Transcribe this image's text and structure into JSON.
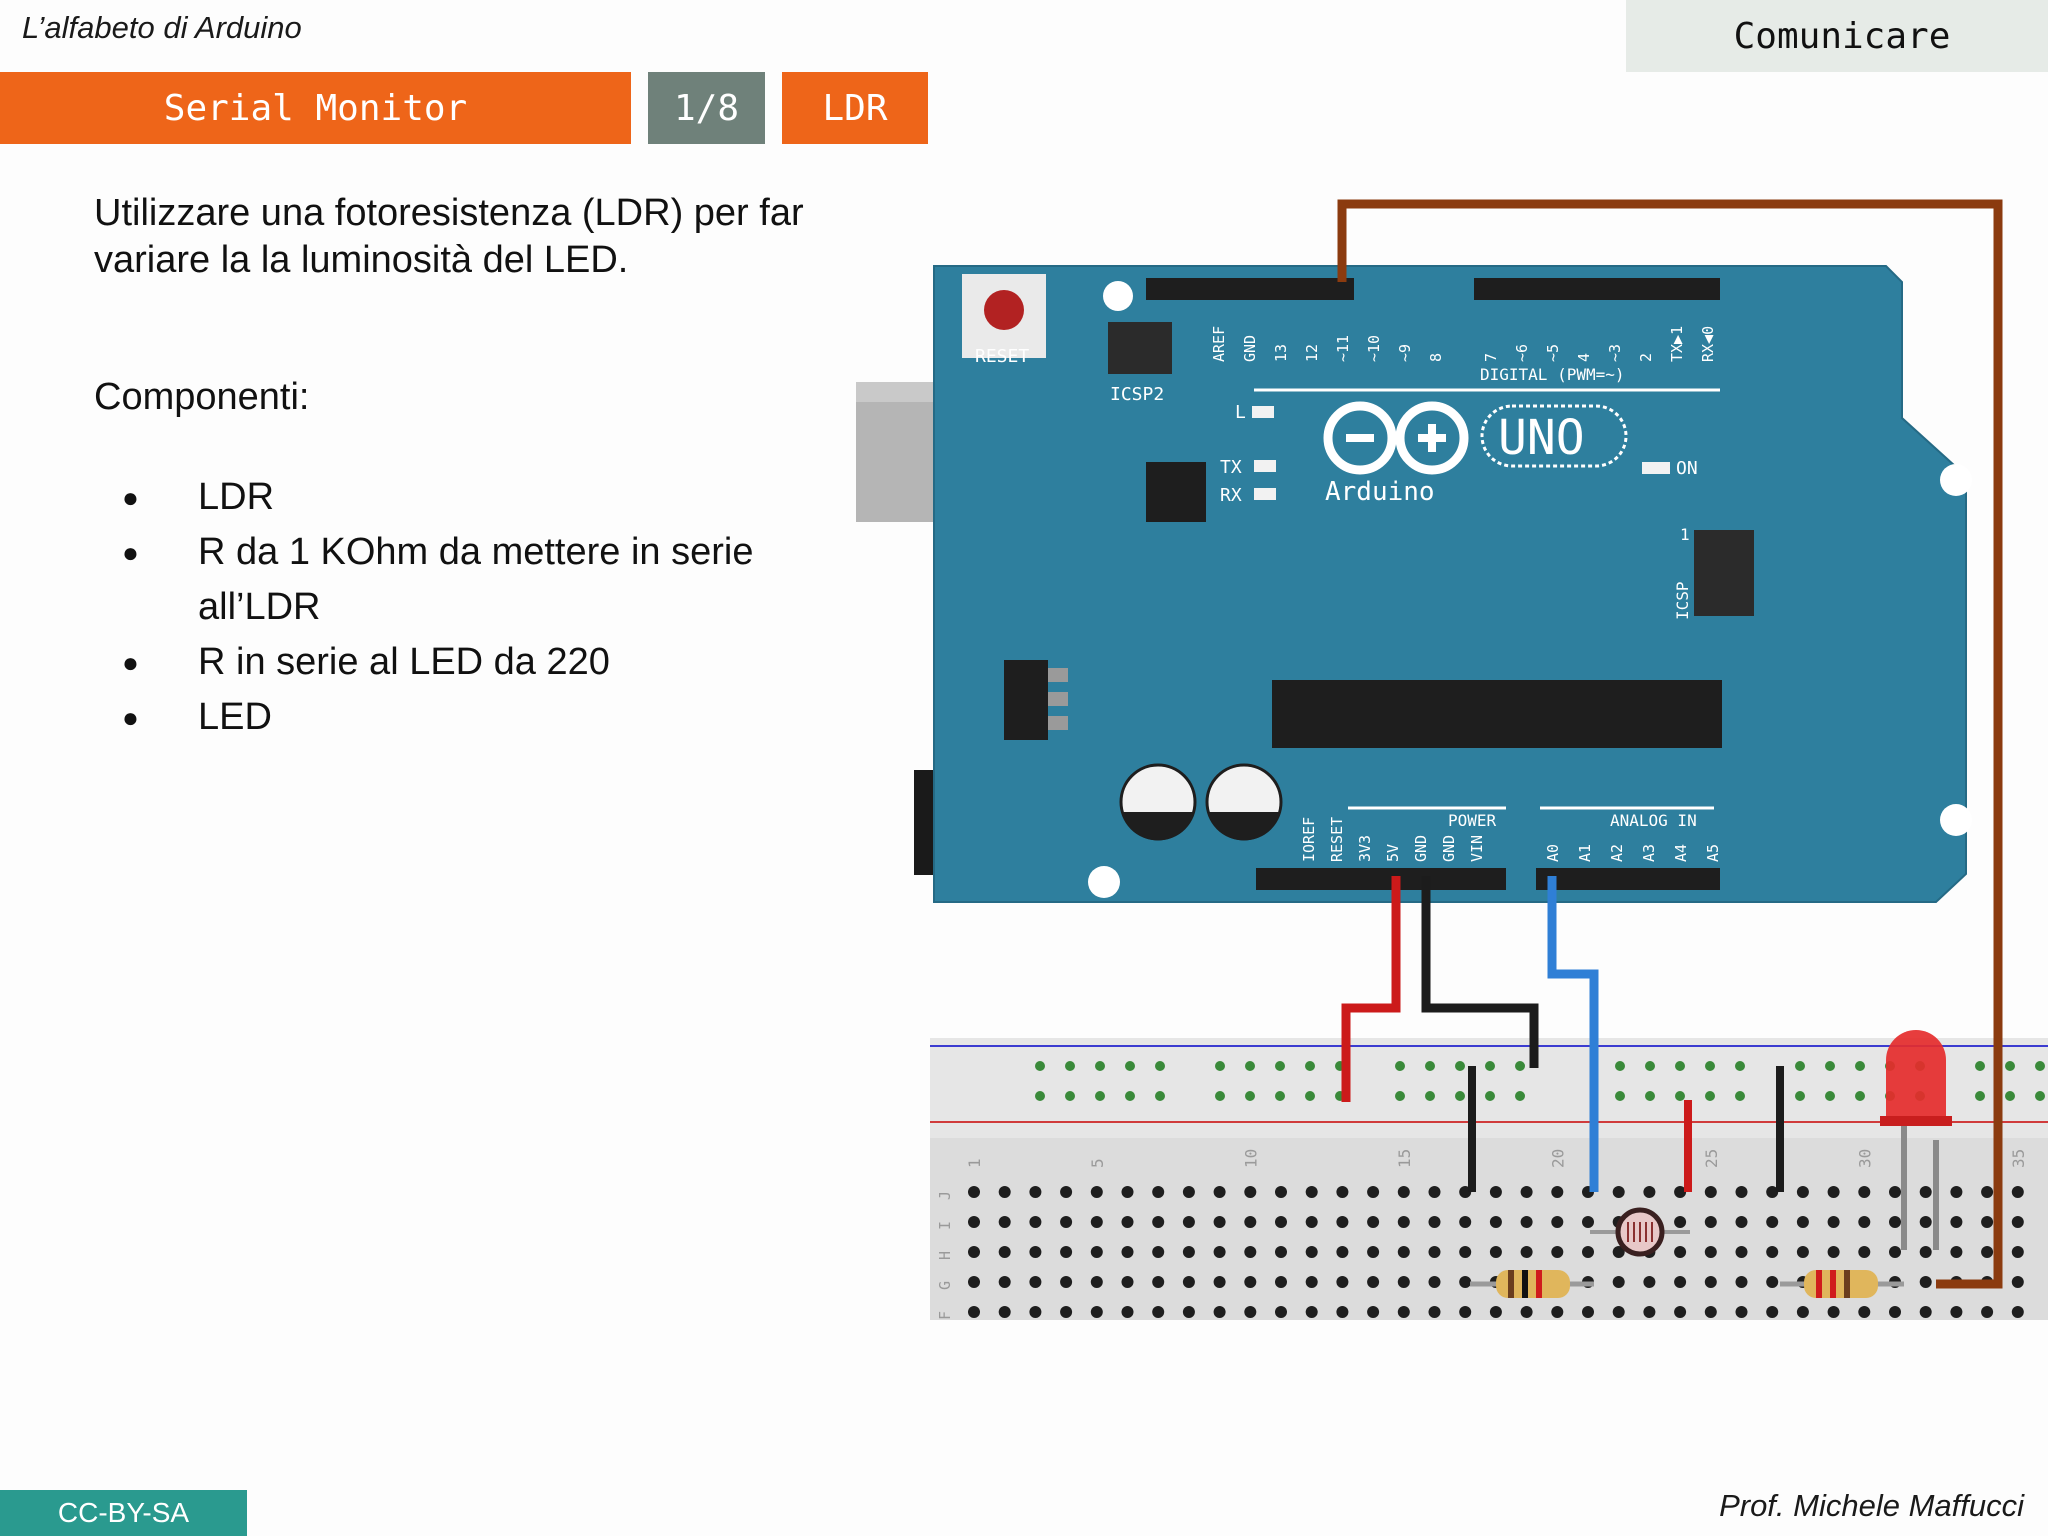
{
  "header": {
    "course_title": "L’alfabeto di Arduino",
    "section": "Comunicare",
    "tabs": [
      "Serial Monitor",
      "1/8",
      "LDR"
    ]
  },
  "content": {
    "intro": "Utilizzare una fotoresistenza (LDR) per far variare la la luminosità del LED.",
    "components_title": "Componenti:",
    "components": [
      "LDR",
      "R da 1 KOhm da mettere in serie all’LDR",
      "R in serie al LED da 220",
      "LED"
    ]
  },
  "board": {
    "brand": "Arduino",
    "model": "UNO",
    "reset_label": "RESET",
    "icsp2_label": "ICSP2",
    "icsp_label": "ICSP",
    "icsp_pin1": "1",
    "digital_label": "DIGITAL (PWM=~)",
    "power_label": "POWER",
    "analog_label": "ANALOG IN",
    "led_labels": [
      "L",
      "TX",
      "RX",
      "ON"
    ],
    "digital_pins": [
      "AREF",
      "GND",
      "13",
      "12",
      "~11",
      "~10",
      "~9",
      "8",
      "7",
      "~6",
      "~5",
      "4",
      "~3",
      "2",
      "TX▶1",
      "RX◀0"
    ],
    "power_pins": [
      "IOREF",
      "RESET",
      "3V3",
      "5V",
      "GND",
      "GND",
      "VIN"
    ],
    "analog_pins": [
      "A0",
      "A1",
      "A2",
      "A3",
      "A4",
      "A5"
    ]
  },
  "breadboard": {
    "column_numbers": [
      "1",
      "5",
      "10",
      "15",
      "20",
      "25",
      "30",
      "35"
    ],
    "row_letters": [
      "J",
      "I",
      "H",
      "G",
      "F"
    ]
  },
  "colors": {
    "accent_orange": "#ee6519",
    "tab_gray": "#6f817a",
    "section_bg": "#e6ebe7",
    "license_teal": "#2a9a8f",
    "board_blue": "#2e7f9e",
    "wire_brown": "#8b3b0f",
    "wire_red": "#cc1a1a",
    "wire_black": "#1c1c1c",
    "wire_blue": "#2f7fd6",
    "led_red": "#e52c2c"
  },
  "footer": {
    "license": "CC-BY-SA",
    "author": "Prof. Michele Maffucci"
  }
}
